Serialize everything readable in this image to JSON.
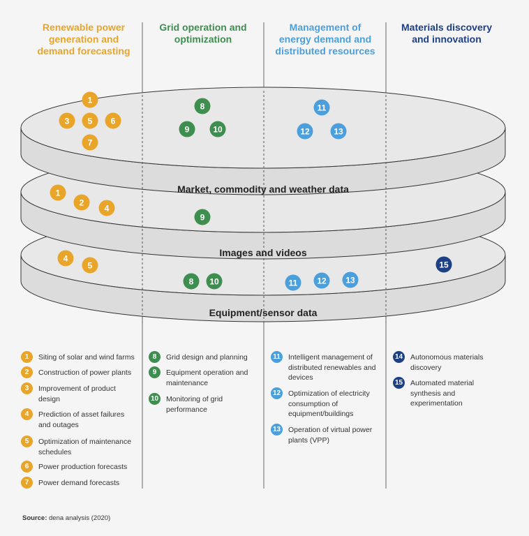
{
  "colors": {
    "renewable": "#e8a52a",
    "grid": "#3e8e4f",
    "demand": "#4a9fdc",
    "materials": "#1d3f86",
    "disk_fill": "#e8e8e8",
    "disk_side": "#dcdcdc",
    "stroke": "#333333"
  },
  "columns": [
    {
      "title_lines": [
        "Renewable power",
        "generation and",
        "demand forecasting"
      ],
      "color": "#e8a52a"
    },
    {
      "title_lines": [
        "Grid operation and",
        "optimization"
      ],
      "color": "#3e8e4f"
    },
    {
      "title_lines": [
        "Management of",
        "energy demand and",
        "distributed resources"
      ],
      "color": "#4a9fdc"
    },
    {
      "title_lines": [
        "Materials discovery",
        "and innovation"
      ],
      "color": "#1d3f86"
    }
  ],
  "layers": [
    {
      "label": "Market, commodity and weather data"
    },
    {
      "label": "Images and videos"
    },
    {
      "label": "Equipment/sensor data"
    }
  ],
  "disk_markers": {
    "top": [
      {
        "n": "1",
        "c": "renewable"
      },
      {
        "n": "3",
        "c": "renewable"
      },
      {
        "n": "5",
        "c": "renewable"
      },
      {
        "n": "6",
        "c": "renewable"
      },
      {
        "n": "7",
        "c": "renewable"
      },
      {
        "n": "8",
        "c": "grid"
      },
      {
        "n": "9",
        "c": "grid"
      },
      {
        "n": "10",
        "c": "grid"
      },
      {
        "n": "11",
        "c": "demand"
      },
      {
        "n": "12",
        "c": "demand"
      },
      {
        "n": "13",
        "c": "demand"
      }
    ],
    "middle": [
      {
        "n": "1",
        "c": "renewable"
      },
      {
        "n": "2",
        "c": "renewable"
      },
      {
        "n": "4",
        "c": "renewable"
      },
      {
        "n": "9",
        "c": "grid"
      }
    ],
    "bottom": [
      {
        "n": "4",
        "c": "renewable"
      },
      {
        "n": "5",
        "c": "renewable"
      },
      {
        "n": "8",
        "c": "grid"
      },
      {
        "n": "10",
        "c": "grid"
      },
      {
        "n": "11",
        "c": "demand"
      },
      {
        "n": "12",
        "c": "demand"
      },
      {
        "n": "13",
        "c": "demand"
      },
      {
        "n": "15",
        "c": "materials"
      }
    ]
  },
  "legend": [
    [
      {
        "n": "1",
        "text": "Siting of solar and wind farms"
      },
      {
        "n": "2",
        "text": "Construction of power plants"
      },
      {
        "n": "3",
        "text": "Improvement of product design"
      },
      {
        "n": "4",
        "text": "Prediction of asset failures and outages"
      },
      {
        "n": "5",
        "text": "Optimization of maintenance schedules"
      },
      {
        "n": "6",
        "text": "Power production forecasts"
      },
      {
        "n": "7",
        "text": "Power demand forecasts"
      }
    ],
    [
      {
        "n": "8",
        "text": "Grid design and planning"
      },
      {
        "n": "9",
        "text": "Equipment operation and maintenance"
      },
      {
        "n": "10",
        "text": "Monitoring of grid performance"
      }
    ],
    [
      {
        "n": "11",
        "text": "Intelligent management of distributed renewables and devices"
      },
      {
        "n": "12",
        "text": "Optimization of electricity consumption of equipment/buildings"
      },
      {
        "n": "13",
        "text": "Operation of virtual power plants (VPP)"
      }
    ],
    [
      {
        "n": "14",
        "text": "Autonomous materials discovery"
      },
      {
        "n": "15",
        "text": "Automated material synthesis and experimentation"
      }
    ]
  ],
  "source": {
    "label": "Source:",
    "text": "dena analysis (2020)"
  }
}
